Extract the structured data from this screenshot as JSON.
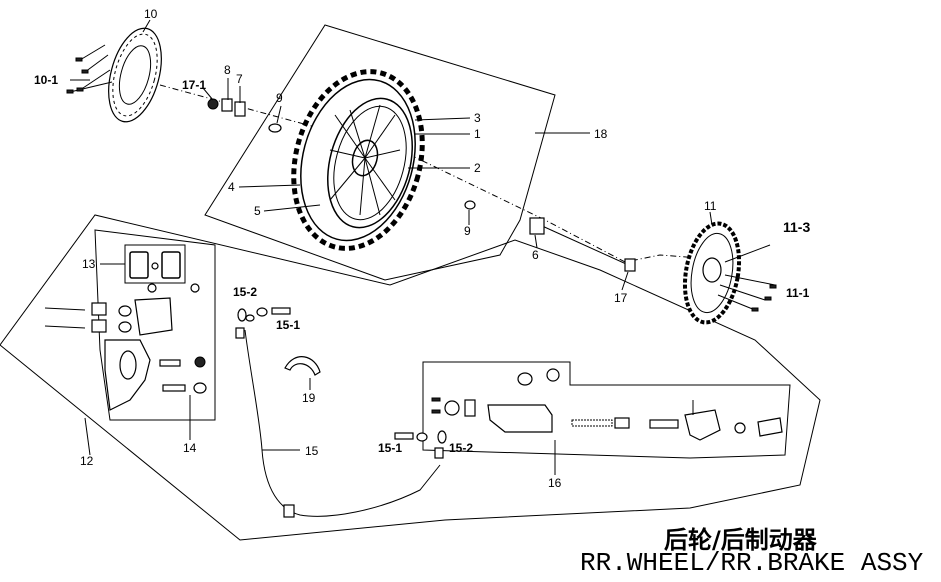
{
  "title_cn": "后轮/后制动器",
  "title_en": "RR.WHEEL/RR.BRAKE ASSY",
  "labels": {
    "l10": "10",
    "l10_1": "10-1",
    "l17_1": "17-1",
    "l8": "8",
    "l7": "7",
    "l9a": "9",
    "l3": "3",
    "l1": "1",
    "l18": "18",
    "l2": "2",
    "l4": "4",
    "l5": "5",
    "l9b": "9",
    "l6": "6",
    "l17": "17",
    "l11": "11",
    "l11_3": "11-3",
    "l11_1": "11-1",
    "l13": "13",
    "l15_2a": "15-2",
    "l15_1a": "15-1",
    "l19": "19",
    "l15": "15",
    "l14": "14",
    "l12": "12",
    "l15_1b": "15-1",
    "l15_2b": "15-2",
    "l16": "16"
  }
}
